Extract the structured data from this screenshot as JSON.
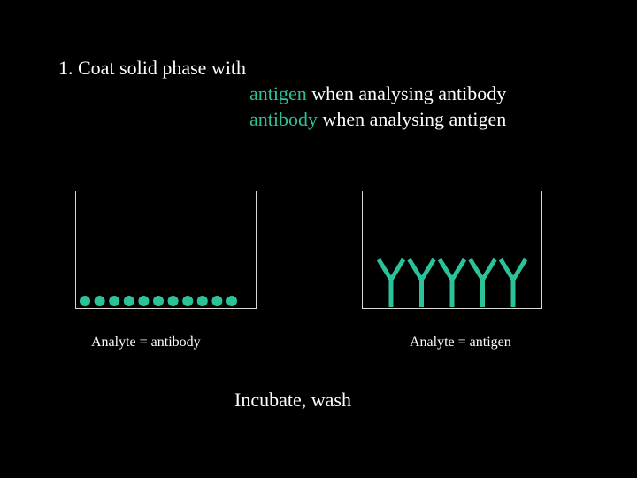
{
  "step": {
    "title": "1. Coat solid phase with",
    "line1": {
      "highlight": "antigen",
      "rest": " when analysing antibody"
    },
    "line2": {
      "highlight": "antibody",
      "rest": " when analysing antigen"
    }
  },
  "wells": {
    "left": {
      "label": "Analyte = antibody",
      "coating": "antigen-dot",
      "count": 11
    },
    "right": {
      "label": "Analyte = antigen",
      "coating": "antibody-y-icon",
      "count": 5
    }
  },
  "next_step": "Incubate, wash",
  "colors": {
    "background": "#000000",
    "text": "#ffffff",
    "accent": "#2bc29a"
  }
}
